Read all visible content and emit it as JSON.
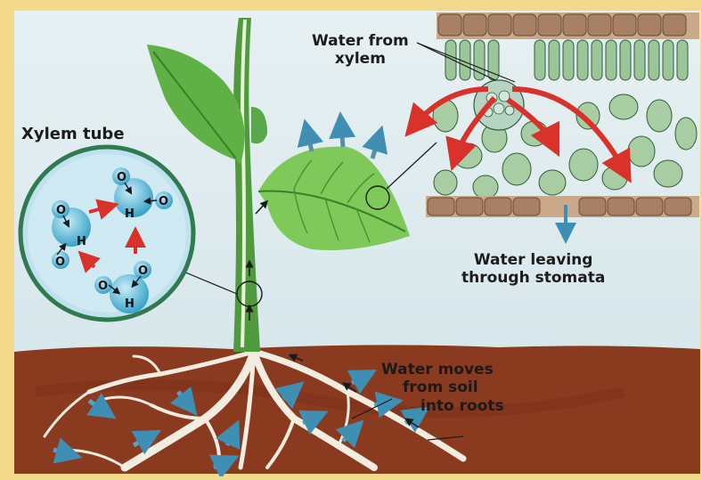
{
  "labels": {
    "water_from_xylem_line1": "Water from",
    "water_from_xylem_line2": "xylem",
    "xylem_tube": "Xylem tube",
    "water_leaving_line1": "Water leaving",
    "water_leaving_line2": "through stomata",
    "water_moves_line1": "Water moves",
    "water_moves_line2": "from soil",
    "water_moves_line3": "into roots"
  },
  "molecule": {
    "oxygen": "O",
    "hydrogen": "H"
  },
  "colors": {
    "page_border": "#f3d98b",
    "sky": "#dceaf0",
    "soil": "#8a3a1f",
    "leaf": "#6fbf4a",
    "stem": "#4f9a3c",
    "root": "#f4eee4",
    "water_arrow": "#5aa6c8",
    "flow_arrow": "#d8322a"
  }
}
